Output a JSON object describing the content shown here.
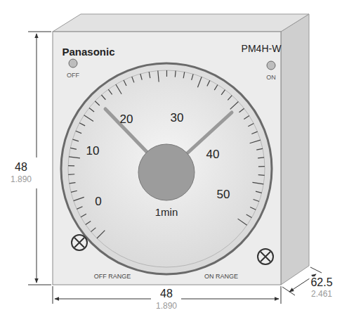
{
  "diagram": {
    "labels": [
      "Panasonic",
      "PM4H-W",
      "OFF",
      "ON",
      "0",
      "10",
      "20",
      "30",
      "40",
      "50",
      "1min",
      "OFF RANGE",
      "ON RANGE",
      "48",
      "1.890",
      "48",
      "1.890",
      "62.5",
      "2.461"
    ]
  }
}
